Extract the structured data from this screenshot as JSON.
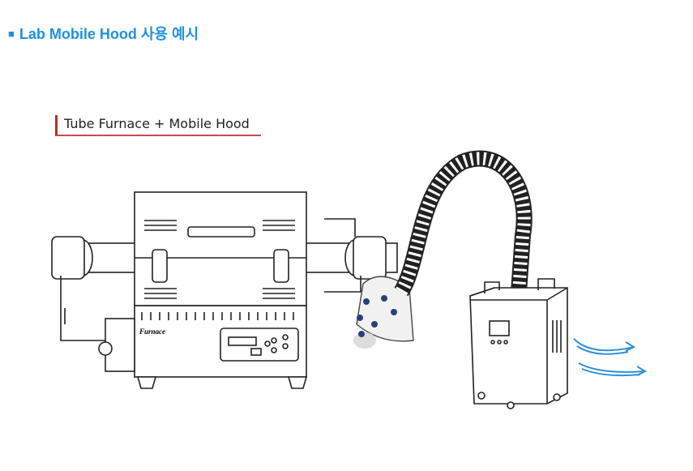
{
  "header": {
    "bullet": "■",
    "title": "Lab Mobile Hood 사용 예시"
  },
  "figure": {
    "subtitle": "Tube Furnace + Mobile Hood",
    "furnace_logo": "Furnace",
    "colors": {
      "title": "#1e90e6",
      "accent_line": "#c0504d",
      "airflow": "#2f8fd8",
      "virus": "#2b3f7a"
    }
  }
}
